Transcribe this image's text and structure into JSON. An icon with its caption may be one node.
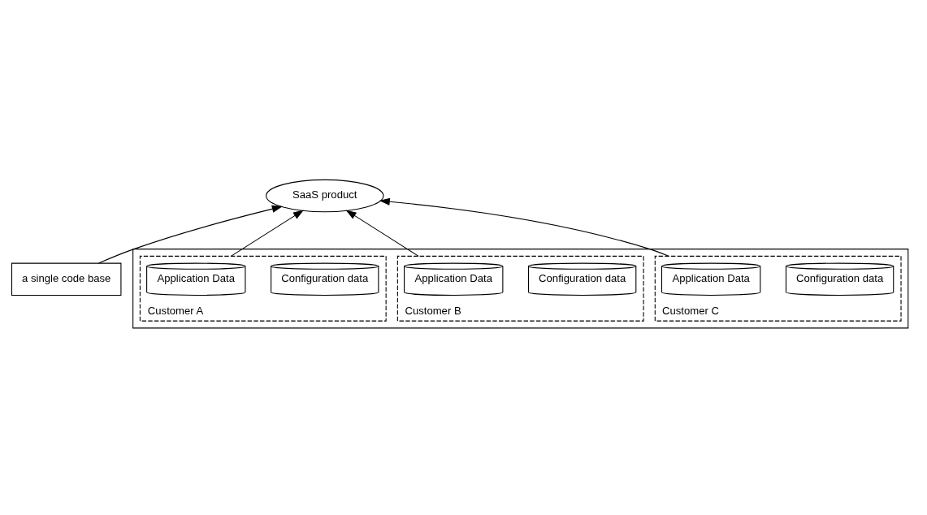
{
  "diagram": {
    "nodes": [
      {
        "text": [
          "a single code base"
        ]
      },
      {
        "text": [
          "SaaS product"
        ]
      },
      {
        "text": [],
        "shape": "box"
      },
      {
        "text": [
          "Customer A"
        ],
        "in": 2
      },
      {
        "text": [
          "Application Data"
        ],
        "in": 3
      },
      {
        "text": [
          "Configuration data"
        ],
        "in": 3
      },
      {
        "text": [
          "Customer B"
        ],
        "in": 2
      },
      {
        "text": [
          "Application Data"
        ],
        "in": 6
      },
      {
        "text": [
          "Configuration data"
        ],
        "in": 6
      },
      {
        "text": [
          "Customer C"
        ],
        "in": 2
      },
      {
        "text": [
          "Application Data"
        ],
        "in": 9
      },
      {
        "text": [
          "Configuration data"
        ],
        "in": 9
      }
    ],
    "edges": [
      {
        "from": 0,
        "to": 1,
        "arrow": "to"
      },
      {
        "from": 3,
        "to": 1,
        "arrow": "to"
      },
      {
        "from": 6,
        "to": 1,
        "arrow": "to"
      },
      {
        "from": 9,
        "to": 1,
        "arrow": "to"
      }
    ]
  }
}
